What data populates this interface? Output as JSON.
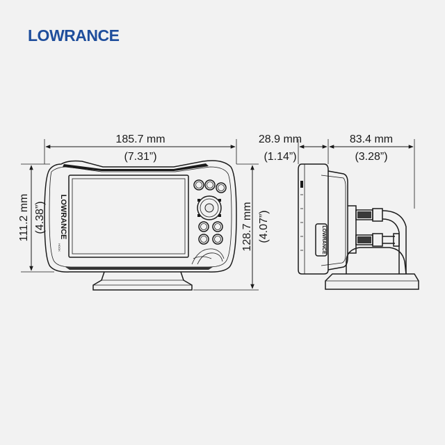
{
  "brand": {
    "logo_text": "LOWRANCE",
    "color": "#1f4e9c"
  },
  "device": {
    "bezel_label": "LOWRANCE",
    "side_label": "LOWRANCE",
    "model_badge": "HOOK"
  },
  "dimensions": {
    "width_mm": "185.7 mm",
    "width_in": "(7.31”)",
    "depth_front_mm": "28.9 mm",
    "depth_front_in": "(1.14”)",
    "depth_back_mm": "83.4 mm",
    "depth_back_in": "(3.28”)",
    "height_unit_mm": "111.2 mm",
    "height_unit_in": "(4.38”)",
    "height_total_mm": "128.7 mm",
    "height_total_in": "(4.07”)"
  }
}
